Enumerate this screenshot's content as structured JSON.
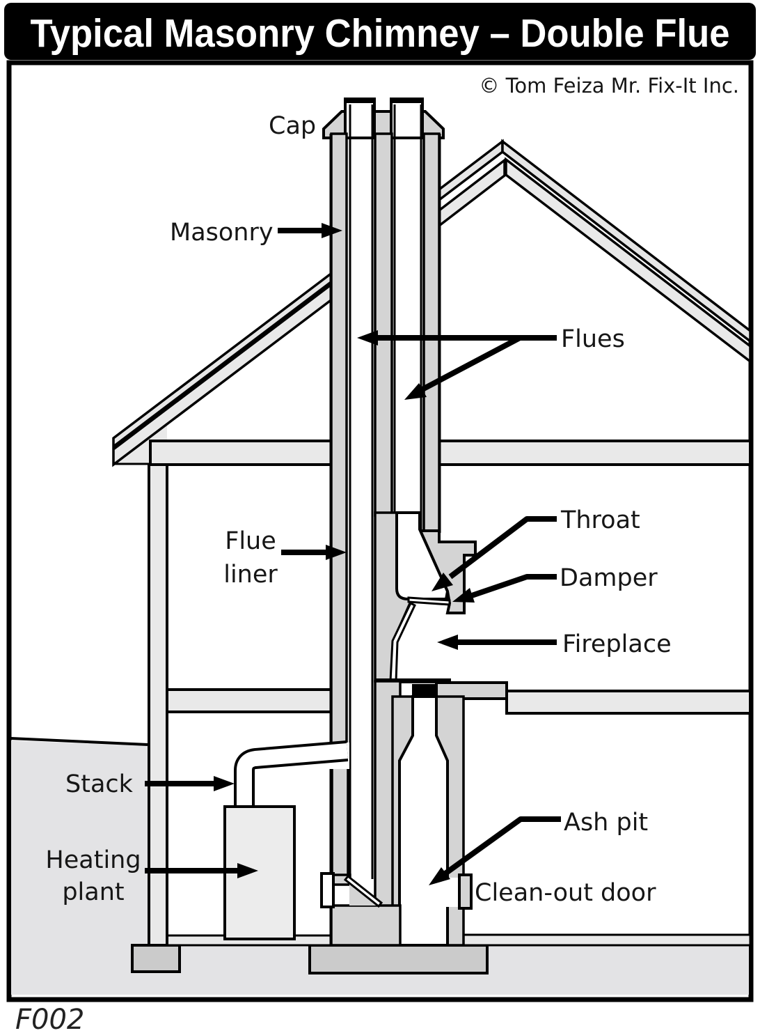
{
  "header": {
    "title": "Typical Masonry Chimney – Double Flue"
  },
  "copyright": "© Tom Feiza Mr. Fix-It Inc.",
  "figure_id": "F002",
  "labels": {
    "cap": "Cap",
    "masonry": "Masonry",
    "flues": "Flues",
    "flue_liner": {
      "line1": "Flue",
      "line2": "liner"
    },
    "throat": "Throat",
    "damper": "Damper",
    "fireplace": "Fireplace",
    "stack": "Stack",
    "heating_plant": {
      "line1": "Heating",
      "line2": "plant"
    },
    "ash_pit": "Ash pit",
    "clean_out_door": "Clean-out door"
  },
  "colors": {
    "line": "#000000",
    "masonry_gray": "#d4d4d4",
    "structure_gray": "#e9e9e9",
    "earth_gray": "#e3e3e5",
    "footing_gray": "#cbcbcb",
    "paper": "#ffffff",
    "title_bar": "#000000"
  }
}
